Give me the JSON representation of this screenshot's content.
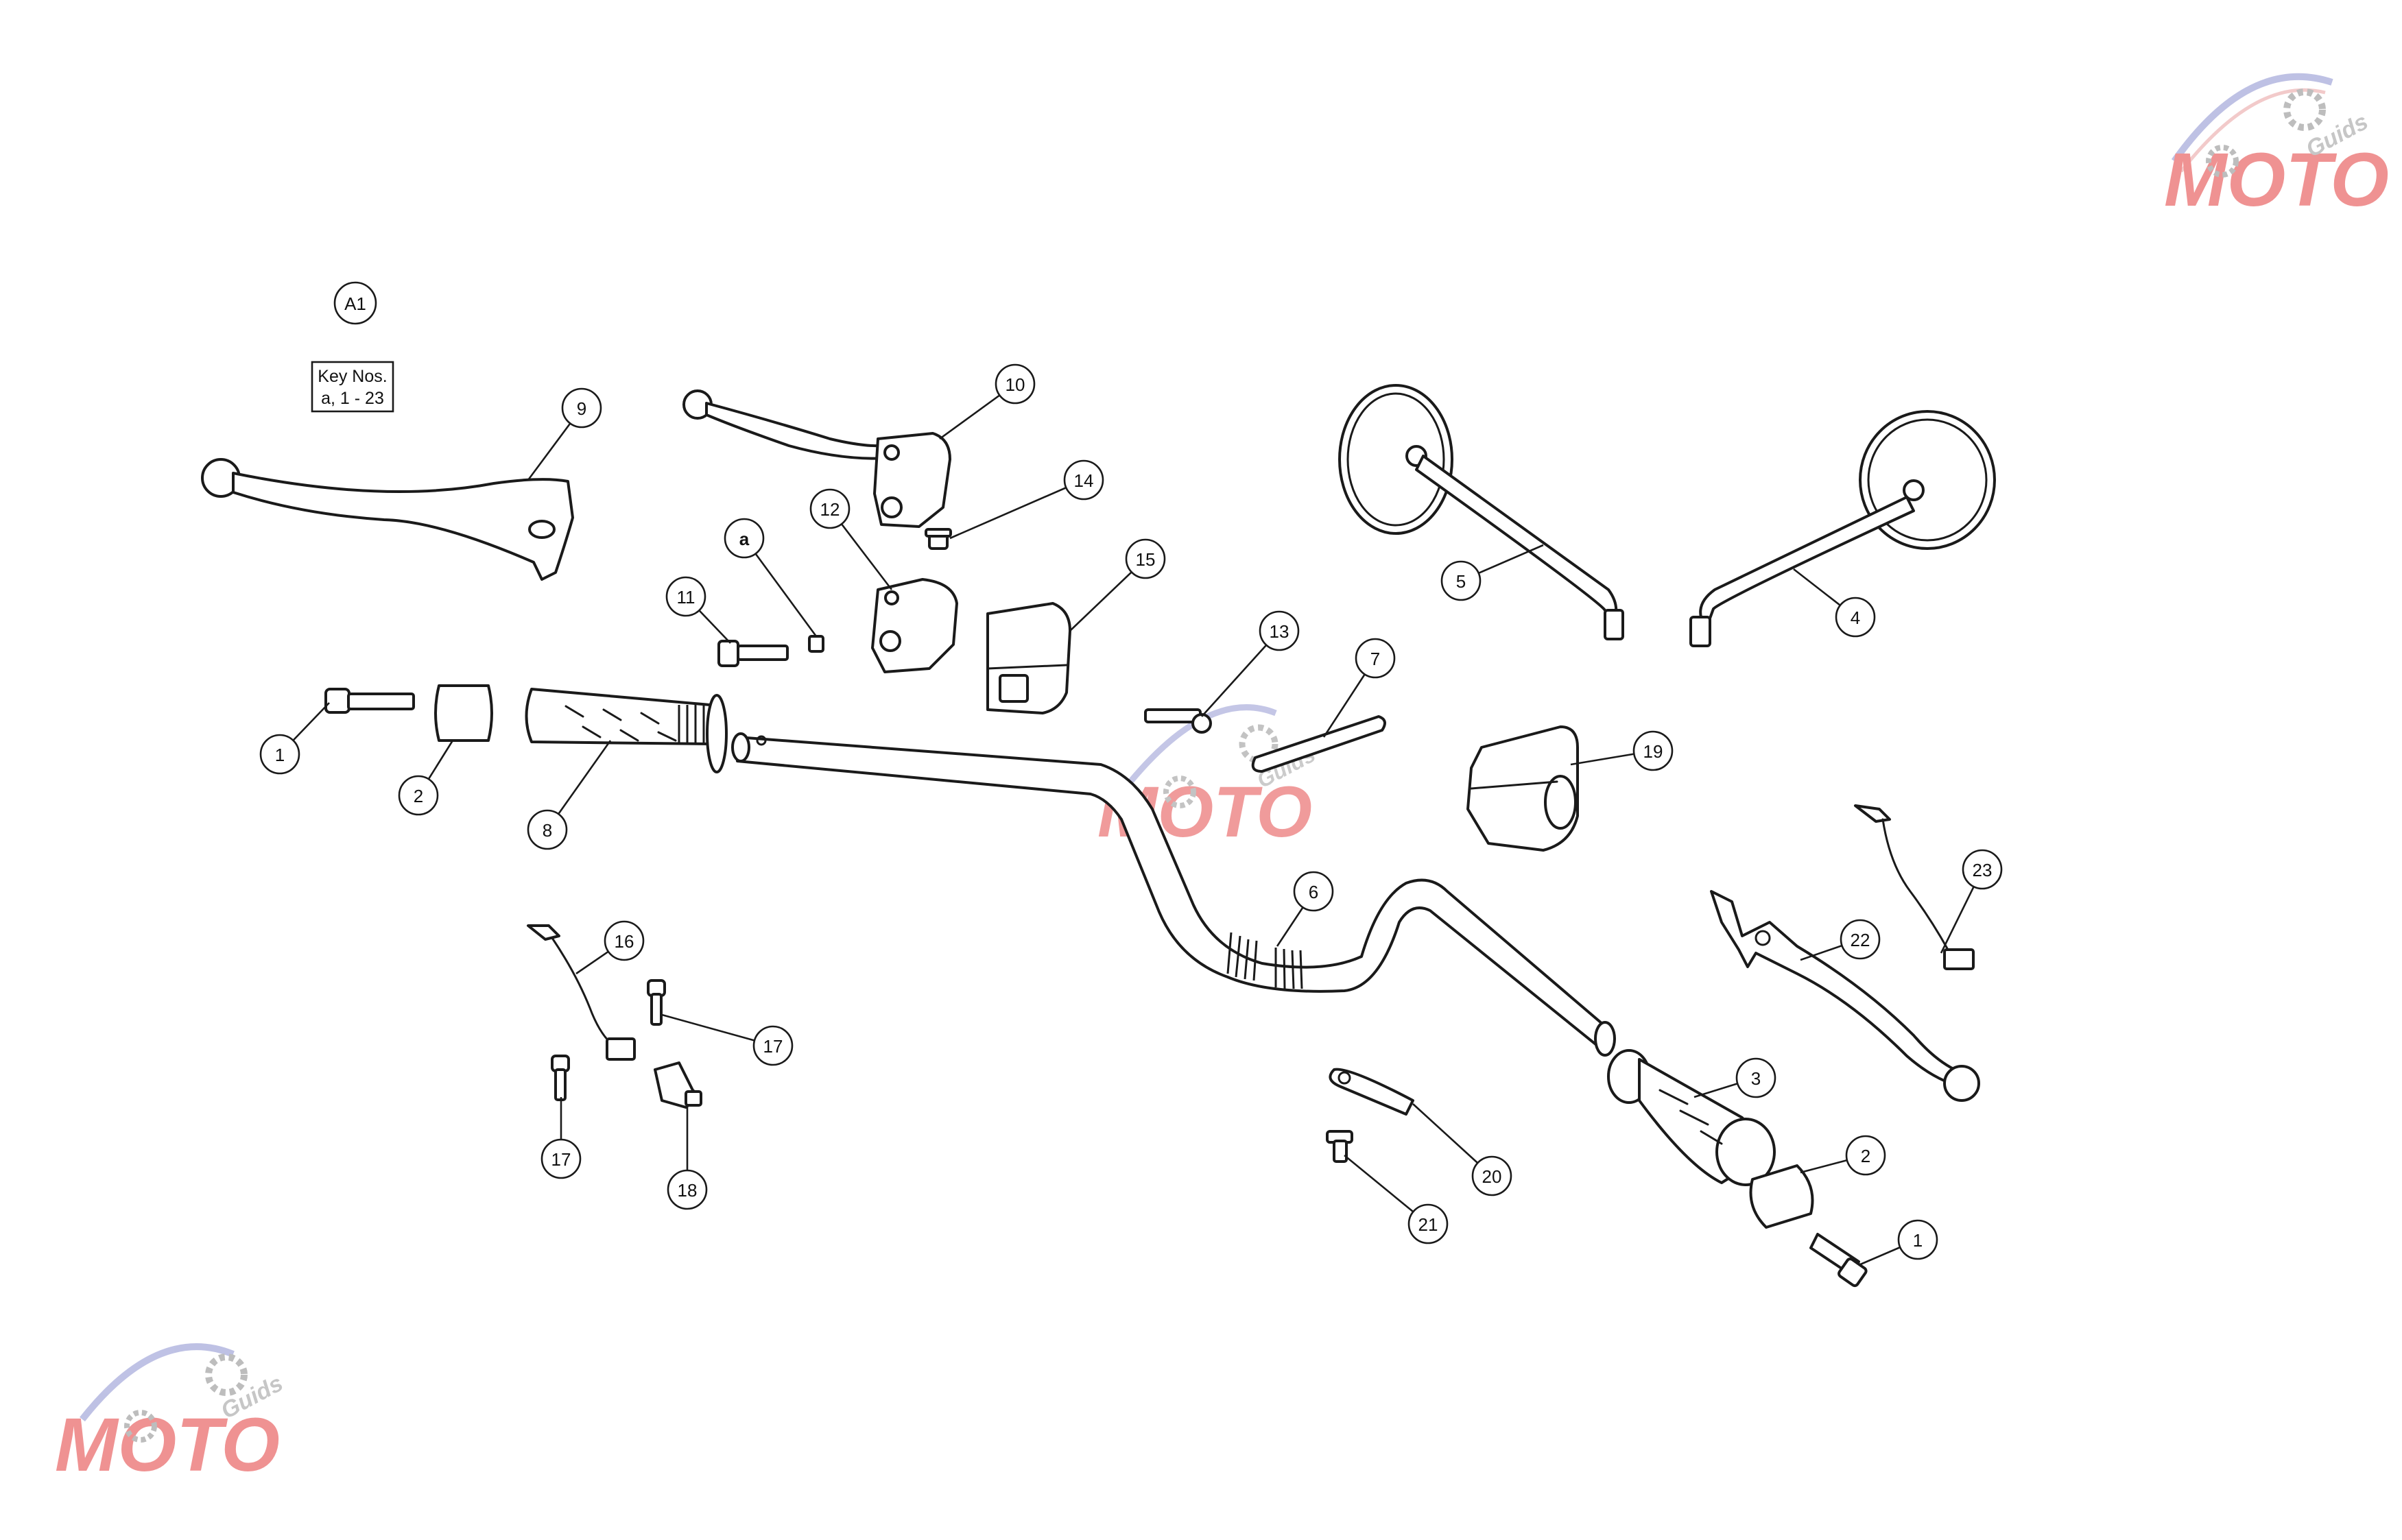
{
  "diagram": {
    "section_label": "A1",
    "key_box": {
      "line1": "Key Nos.",
      "line2": "a, 1 - 23"
    },
    "callouts": [
      {
        "id": "c1a",
        "label": "1"
      },
      {
        "id": "c2a",
        "label": "2"
      },
      {
        "id": "c8",
        "label": "8"
      },
      {
        "id": "c9",
        "label": "9"
      },
      {
        "id": "c10",
        "label": "10"
      },
      {
        "id": "c14",
        "label": "14"
      },
      {
        "id": "ca",
        "label": "a"
      },
      {
        "id": "c12",
        "label": "12"
      },
      {
        "id": "c11",
        "label": "11"
      },
      {
        "id": "c15",
        "label": "15"
      },
      {
        "id": "c13",
        "label": "13"
      },
      {
        "id": "c7",
        "label": "7"
      },
      {
        "id": "c5",
        "label": "5"
      },
      {
        "id": "c4",
        "label": "4"
      },
      {
        "id": "c19",
        "label": "19"
      },
      {
        "id": "c6",
        "label": "6"
      },
      {
        "id": "c23",
        "label": "23"
      },
      {
        "id": "c22",
        "label": "22"
      },
      {
        "id": "c3",
        "label": "3"
      },
      {
        "id": "c2b",
        "label": "2"
      },
      {
        "id": "c1b",
        "label": "1"
      },
      {
        "id": "c20",
        "label": "20"
      },
      {
        "id": "c21",
        "label": "21"
      },
      {
        "id": "c16",
        "label": "16"
      },
      {
        "id": "c17a",
        "label": "17"
      },
      {
        "id": "c17b",
        "label": "17"
      },
      {
        "id": "c18",
        "label": "18"
      }
    ]
  },
  "watermark": {
    "brand": "MOTO",
    "sub": "Guids",
    "accent_colors": [
      "#e23a3a",
      "#8a8fcf",
      "#888888"
    ]
  }
}
